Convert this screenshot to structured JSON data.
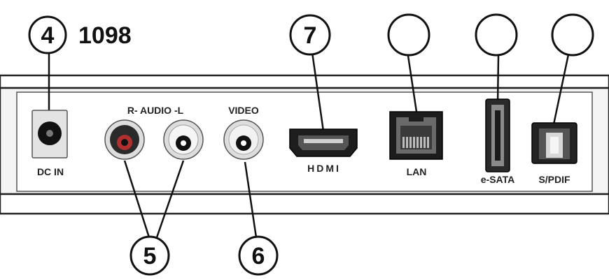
{
  "model_number": "1098",
  "callouts": {
    "dc_in": "4",
    "audio": "5",
    "video": "6",
    "hdmi": "7",
    "lan": "",
    "esata": "",
    "spdif": ""
  },
  "ports": {
    "dc_in": "DC IN",
    "audio": "R- AUDIO -L",
    "video": "VIDEO",
    "hdmi": "HDMI",
    "lan": "LAN",
    "esata": "e-SATA",
    "spdif": "S/PDIF"
  },
  "colors": {
    "panel": "#ffffff",
    "outline": "#222222",
    "audio_right": "#b03030",
    "port_dark": "#1a1a1a"
  }
}
